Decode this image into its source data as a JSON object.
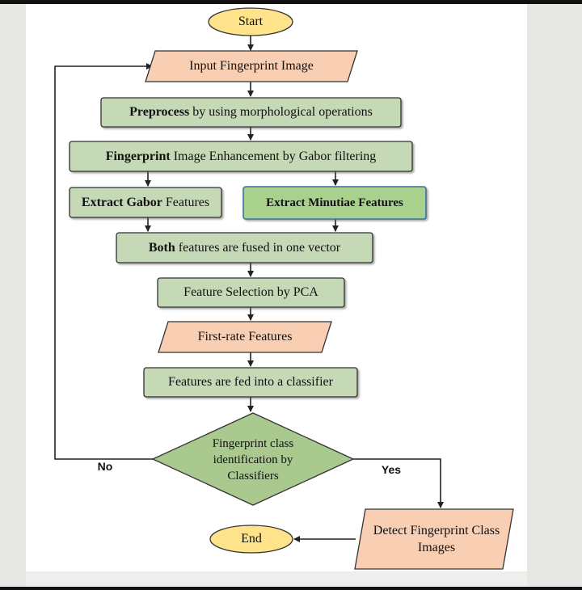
{
  "flowchart": {
    "start": "Start",
    "input_image": "Input Fingerprint Image",
    "preprocess_bold": "Preprocess",
    "preprocess_rest": " by using morphological operations",
    "enhancement_bold": "Fingerprint",
    "enhancement_rest": " Image Enhancement by Gabor filtering",
    "extract_gabor_bold": "Extract Gabor",
    "extract_gabor_rest": " Features",
    "extract_minutiae": "Extract Minutiae Features",
    "fusion_bold": "Both",
    "fusion_rest": " features are fused in one vector",
    "feature_selection": "Feature Selection by PCA",
    "first_rate": "First-rate Features",
    "classifier": "Features are fed into a classifier",
    "decision": "Fingerprint class identification by Classifiers",
    "no_label": "No",
    "yes_label": "Yes",
    "detect": "Detect Fingerprint Class Images",
    "end": "End"
  },
  "colors": {
    "process_fill": "#c5d9b6",
    "minutiae_fill": "#a9d18e",
    "io_fill": "#f9cfb4",
    "terminal_fill": "#ffe38a",
    "decision_fill": "#a9c98f"
  }
}
